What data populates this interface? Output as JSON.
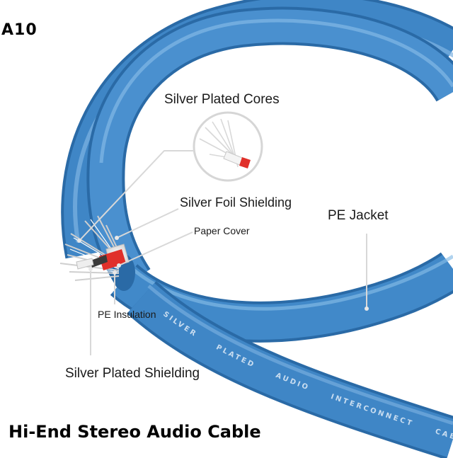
{
  "model": "A10",
  "title": "Hi-End Stereo Audio Cable",
  "labels": {
    "silver_plated_cores": "Silver Plated Cores",
    "silver_foil_shielding": "Silver Foil Shielding",
    "paper_cover": "Paper Cover",
    "pe_jacket": "PE Jacket",
    "pe_insulation": "PE Insulation",
    "silver_plated_shielding": "Silver Plated Shielding"
  },
  "cable_print": [
    "SILVER",
    "PLATED",
    "AUDIO",
    "INTERCONNECT",
    "CABLE"
  ],
  "colors": {
    "cable_blue": "#3f86c6",
    "cable_highlight": "#7fb4e2",
    "cable_shadow": "#2a6aa6",
    "leader_line": "#d8d8d8",
    "core_red": "#e0302a"
  }
}
